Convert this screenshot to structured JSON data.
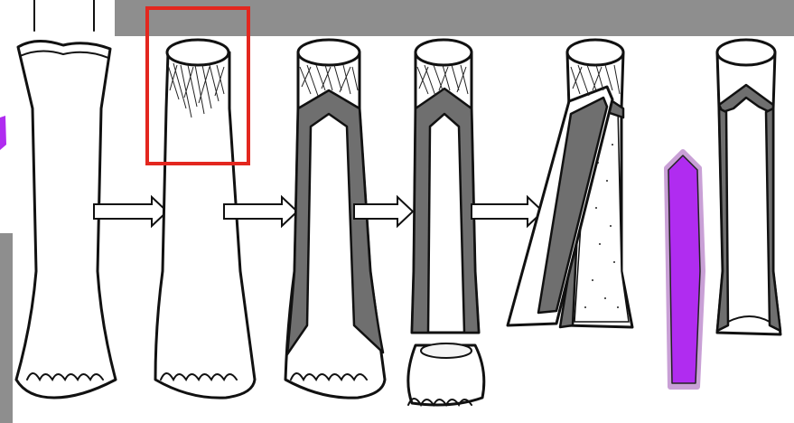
{
  "colors": {
    "background": "#ffffff",
    "outline": "#111111",
    "cortex_gray": "#6f6f6f",
    "top_bar_gray": "#8e8e8e",
    "highlight_box": "#e3271f",
    "graft_purple": "#b02cf0",
    "graft_halo": "#c9a0d6"
  },
  "steps": [
    {
      "id": 1,
      "stage": "intact-bone"
    },
    {
      "id": 2,
      "stage": "marked-epiphysis",
      "highlight": true
    },
    {
      "id": 3,
      "stage": "cortex-shaded"
    },
    {
      "id": 4,
      "stage": "diaphysis-separated"
    },
    {
      "id": 5,
      "stage": "split-shaft"
    },
    {
      "id": 6,
      "stage": "extracted-graft",
      "fill": "purple"
    },
    {
      "id": 7,
      "stage": "hollow-shaft"
    }
  ],
  "arrows": [
    {
      "from": 1,
      "to": 2
    },
    {
      "from": 2,
      "to": 3
    },
    {
      "from": 3,
      "to": 4
    },
    {
      "from": 4,
      "to": 5
    }
  ]
}
